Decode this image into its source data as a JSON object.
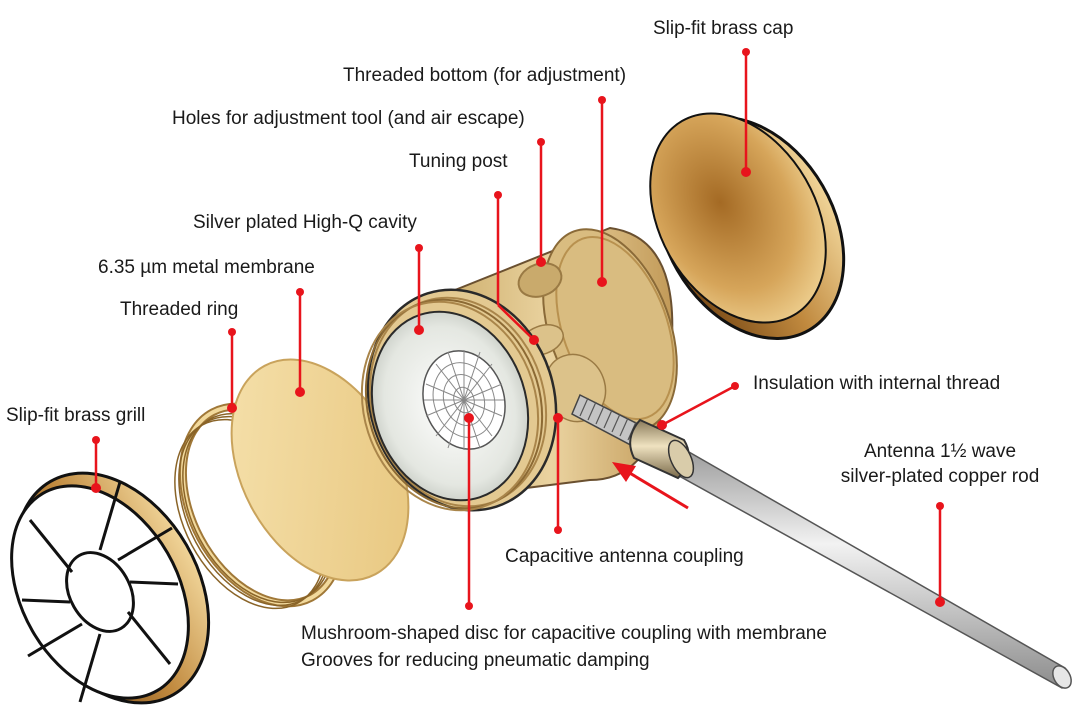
{
  "labels": {
    "slip_fit_brass_cap": "Slip-fit brass cap",
    "threaded_bottom": "Threaded bottom (for adjustment)",
    "holes_for_adjustment": "Holes for adjustment tool (and air escape)",
    "tuning_post": "Tuning post",
    "silver_plated_cavity": "Silver plated High-Q cavity",
    "metal_membrane": "6.35 µm metal membrane",
    "threaded_ring": "Threaded ring",
    "slip_fit_brass_grill": "Slip-fit brass grill",
    "insulation": "Insulation with internal thread",
    "antenna_line1": "Antenna 1½ wave",
    "antenna_line2": "silver-plated copper rod",
    "capacitive_coupling": "Capacitive antenna coupling",
    "mushroom_disc": "Mushroom-shaped disc for capacitive coupling with membrane",
    "grooves": "Grooves for reducing pneumatic damping"
  },
  "colors": {
    "leader": "#e8141c",
    "brass_light": "#f4dc9c",
    "brass_dark": "#8a5a1e",
    "cavity_body": "#e6cd94",
    "antenna": "#cfcfcf"
  }
}
